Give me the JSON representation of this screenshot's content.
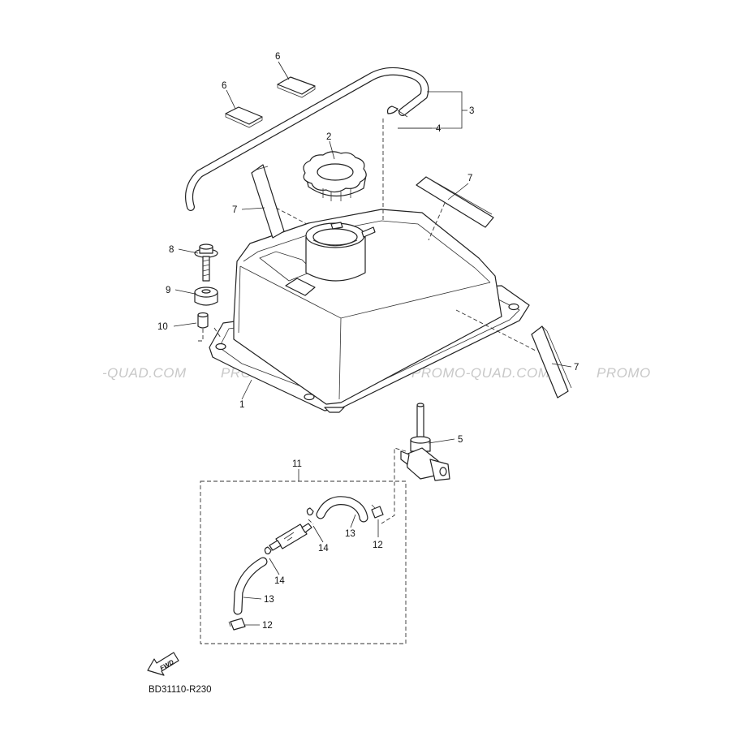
{
  "diagram_code": "BD31110-R230",
  "fwd_label": "FWD",
  "watermarks": [
    "-QUAD.COM",
    "PROMO-QUAD.COM",
    "PROMO-QUAD.COM",
    "PROMO"
  ],
  "callouts": {
    "c1": "1",
    "c2": "2",
    "c3": "3",
    "c4": "4",
    "c5": "5",
    "c6a": "6",
    "c6b": "6",
    "c7a": "7",
    "c7b": "7",
    "c7c": "7",
    "c8": "8",
    "c9": "9",
    "c10": "10",
    "c11": "11",
    "c12a": "12",
    "c12b": "12",
    "c13a": "13",
    "c13b": "13",
    "c14a": "14",
    "c14b": "14"
  }
}
